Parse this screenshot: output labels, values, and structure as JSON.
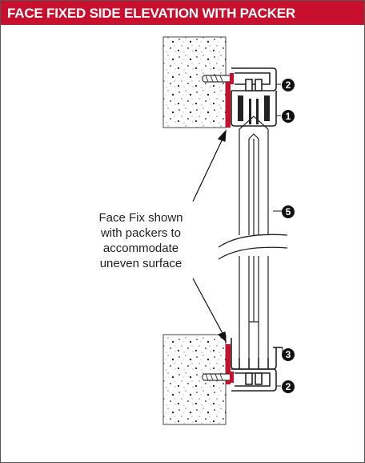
{
  "title": "FACE FIXED SIDE ELEVATION WITH PACKER",
  "annotation": {
    "line1": "Face Fix shown",
    "line2": "with packers to",
    "line3": "accommodate",
    "line4": "uneven surface"
  },
  "markers": [
    {
      "number": "2"
    },
    {
      "number": "1"
    },
    {
      "number": "5"
    },
    {
      "number": "3"
    },
    {
      "number": "2"
    }
  ],
  "colors": {
    "title_background": "#c8102e",
    "packer": "#c8102e",
    "fixing_screw": "#c8102e"
  }
}
